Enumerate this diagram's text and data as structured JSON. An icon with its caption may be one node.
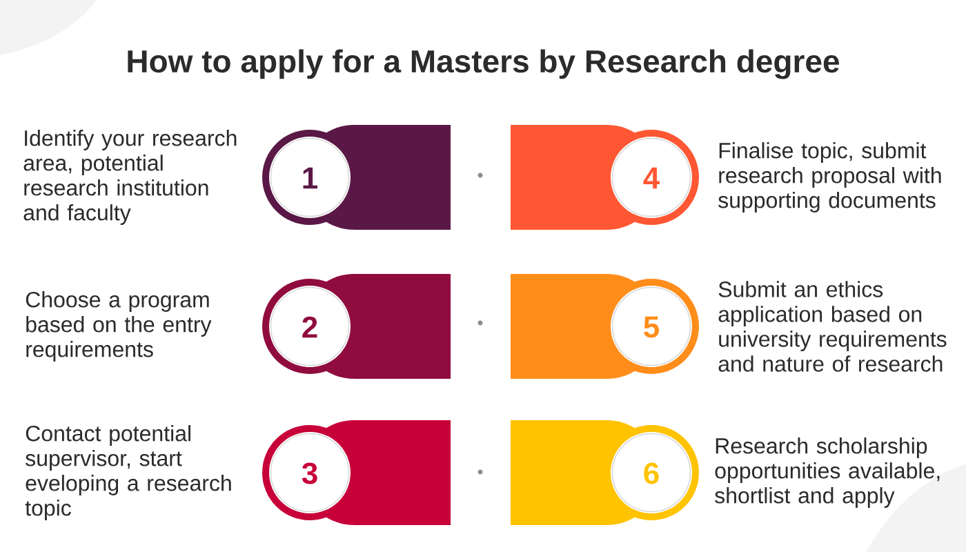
{
  "diagram": {
    "title": "How to apply for a Masters by Research degree",
    "nodes": [
      {
        "text": [
          "1"
        ],
        "beside": [
          "Identify your research area, potential research institution and faculty"
        ]
      },
      {
        "text": [
          "2"
        ],
        "beside": [
          "Choose a program based on the entry requirements"
        ]
      },
      {
        "text": [
          "3"
        ],
        "beside": [
          "Contact potential supervisor, start eveloping a research topic"
        ]
      },
      {
        "text": [
          "4"
        ],
        "beside": [
          "Finalise topic, submit research proposal with supporting documents"
        ]
      },
      {
        "text": [
          "5"
        ],
        "beside": [
          "Submit an ethics application based on university requirements and nature of research"
        ]
      },
      {
        "text": [
          "6"
        ],
        "beside": [
          "Research scholarship opportunities available, shortlist and apply"
        ]
      }
    ]
  }
}
